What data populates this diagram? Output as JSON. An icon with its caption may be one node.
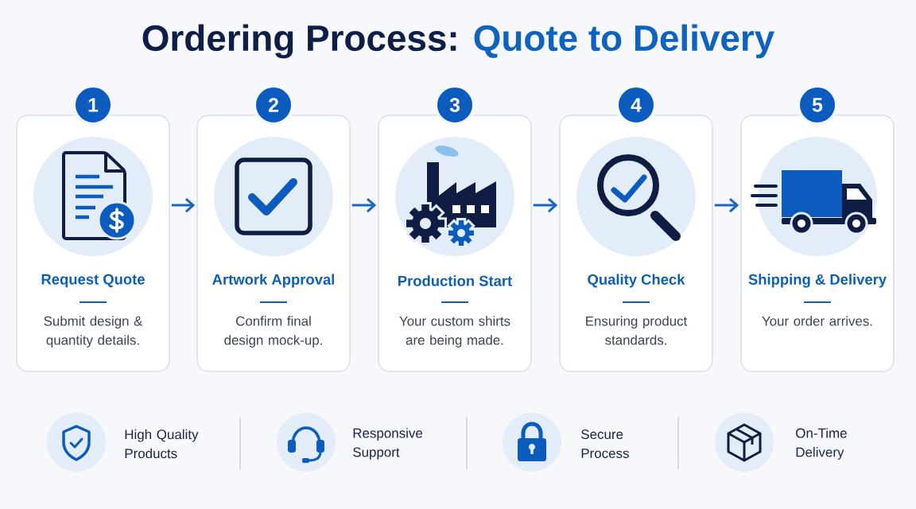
{
  "diagram": {
    "title": "Ordering Process: Quote to Delivery",
    "nodes": [
      {
        "text": [
          "1"
        ]
      },
      {
        "text": [
          "Request Quote",
          "Submit design & quantity details."
        ]
      },
      {
        "text": [
          "2"
        ]
      },
      {
        "text": [
          "Artwork Approval",
          "Confirm final design mock-up."
        ]
      },
      {
        "text": [
          "3"
        ]
      },
      {
        "text": [
          "Production Start",
          "Your custom shirts are being made."
        ]
      },
      {
        "text": [
          "4"
        ]
      },
      {
        "text": [
          "Quality Check",
          "Ensuring product standards."
        ]
      },
      {
        "text": [
          "5"
        ]
      },
      {
        "text": [
          "Shipping & Delivery",
          "Your order arrives."
        ]
      }
    ],
    "edges": [
      {
        "from": 1,
        "to": 3,
        "arrow": "to"
      },
      {
        "from": 3,
        "to": 5,
        "arrow": "to"
      },
      {
        "from": 5,
        "to": 7,
        "arrow": "to"
      },
      {
        "from": 7,
        "to": 9,
        "arrow": "to"
      }
    ],
    "labels": [
      "High Quality Products",
      "Responsive Support",
      "Secure Process",
      "On-Time Delivery"
    ]
  }
}
